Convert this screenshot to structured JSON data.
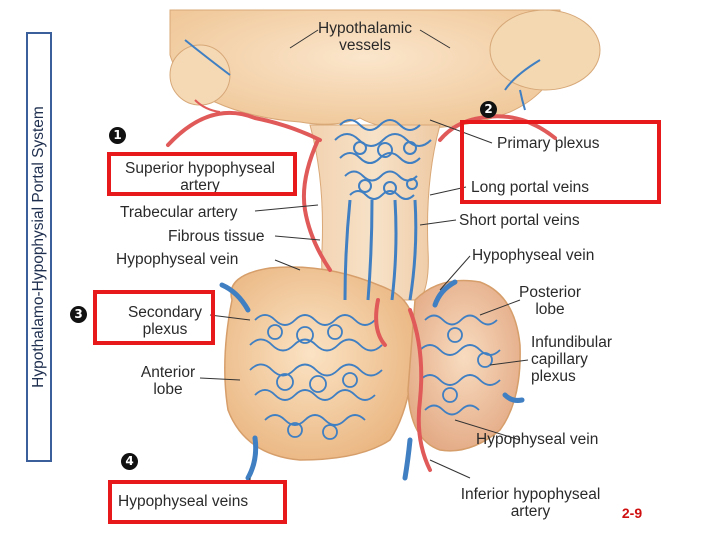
{
  "side_title": "Hypothalamo-Hypophysial Portal System",
  "labels": {
    "hypothalamic_vessels_1": "Hypothalamic",
    "hypothalamic_vessels_2": "vessels",
    "primary_plexus": "Primary plexus",
    "long_portal_veins": "Long portal veins",
    "short_portal_veins": "Short portal veins",
    "hypophyseal_vein_right": "Hypophyseal vein",
    "posterior_lobe_1": "Posterior",
    "posterior_lobe_2": "lobe",
    "infundibular_1": "Infundibular",
    "infundibular_2": "capillary",
    "infundibular_3": "plexus",
    "hypophyseal_vein_lower_right": "Hypophyseal vein",
    "inferior_artery_1": "Inferior hypophyseal",
    "inferior_artery_2": "artery",
    "superior_artery_1": "Superior hypophyseal",
    "superior_artery_2": "artery",
    "trabecular_artery": "Trabecular artery",
    "fibrous_tissue": "Fibrous tissue",
    "hypophyseal_vein_left": "Hypophyseal vein",
    "secondary_plexus_1": "Secondary",
    "secondary_plexus_2": "plexus",
    "anterior_lobe_1": "Anterior",
    "anterior_lobe_2": "lobe",
    "hypophyseal_veins": "Hypophyseal veins"
  },
  "markers": {
    "one": "1",
    "two": "2",
    "three": "3",
    "four": "4"
  },
  "slide_number": "2-9",
  "colors": {
    "highlight": "#e8191b",
    "artery": "#e05a5a",
    "vein": "#3f7fc2",
    "tissue": "#f4cfa6"
  }
}
